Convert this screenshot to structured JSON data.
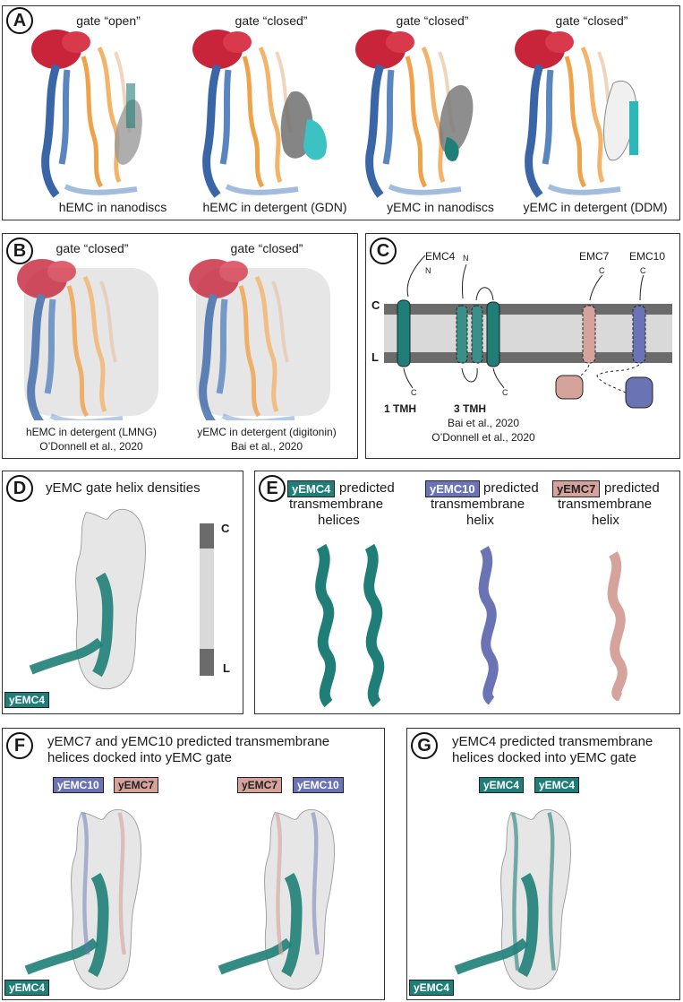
{
  "colors": {
    "emc4": "#1f7f78",
    "emc10": "#6a74b5",
    "emc7": "#d6a29c",
    "density_grey": "#d6d6d6",
    "membrane_dark": "#6b6b6b",
    "membrane_light": "#d9d9d9"
  },
  "panelA": {
    "letter": "A",
    "items": [
      {
        "title": "gate “open”",
        "caption": "hEMC in nanodiscs"
      },
      {
        "title": "gate “closed”",
        "caption": "hEMC in detergent (GDN)"
      },
      {
        "title": "gate “closed”",
        "caption": "yEMC in nanodiscs"
      },
      {
        "title": "gate “closed”",
        "caption": "yEMC in detergent (DDM)"
      }
    ]
  },
  "panelB": {
    "letter": "B",
    "items": [
      {
        "title": "gate “closed”",
        "caption1": "hEMC in detergent (LMNG)",
        "caption2": "O’Donnell et al., 2020"
      },
      {
        "title": "gate “closed”",
        "caption1": "yEMC in detergent (digitonin)",
        "caption2": "Bai et al., 2020"
      }
    ]
  },
  "panelC": {
    "letter": "C",
    "emc4": "EMC4",
    "emc7": "EMC7",
    "emc10": "EMC10",
    "n": "N",
    "c": "C",
    "side_c": "C",
    "side_l": "L",
    "tmh1": "1 TMH",
    "tmh3": "3 TMH",
    "ref1": "Bai et al., 2020",
    "ref2": "O’Donnell et al., 2020"
  },
  "panelD": {
    "letter": "D",
    "title": "yEMC gate helix densities",
    "side_c": "C",
    "side_l": "L",
    "tag": "yEMC4"
  },
  "panelE": {
    "letter": "E",
    "groups": [
      {
        "tag": "yEMC4",
        "line1": "predicted",
        "line2": "transmembrane",
        "line3": "helices"
      },
      {
        "tag": "yEMC10",
        "line1": "predicted",
        "line2": "transmembrane",
        "line3": "helix"
      },
      {
        "tag": "yEMC7",
        "line1": "predicted",
        "line2": "transmembrane",
        "line3": "helix"
      }
    ]
  },
  "panelF": {
    "letter": "F",
    "title1": "yEMC7 and yEMC10 predicted transmembrane",
    "title2": "helices docked into yEMC gate",
    "left_tags": [
      "yEMC10",
      "yEMC7"
    ],
    "right_tags": [
      "yEMC7",
      "yEMC10"
    ],
    "corner_tag": "yEMC4"
  },
  "panelG": {
    "letter": "G",
    "title1": "yEMC4 predicted transmembrane",
    "title2": "helices docked into yEMC gate",
    "tags": [
      "yEMC4",
      "yEMC4"
    ],
    "corner_tag": "yEMC4"
  }
}
